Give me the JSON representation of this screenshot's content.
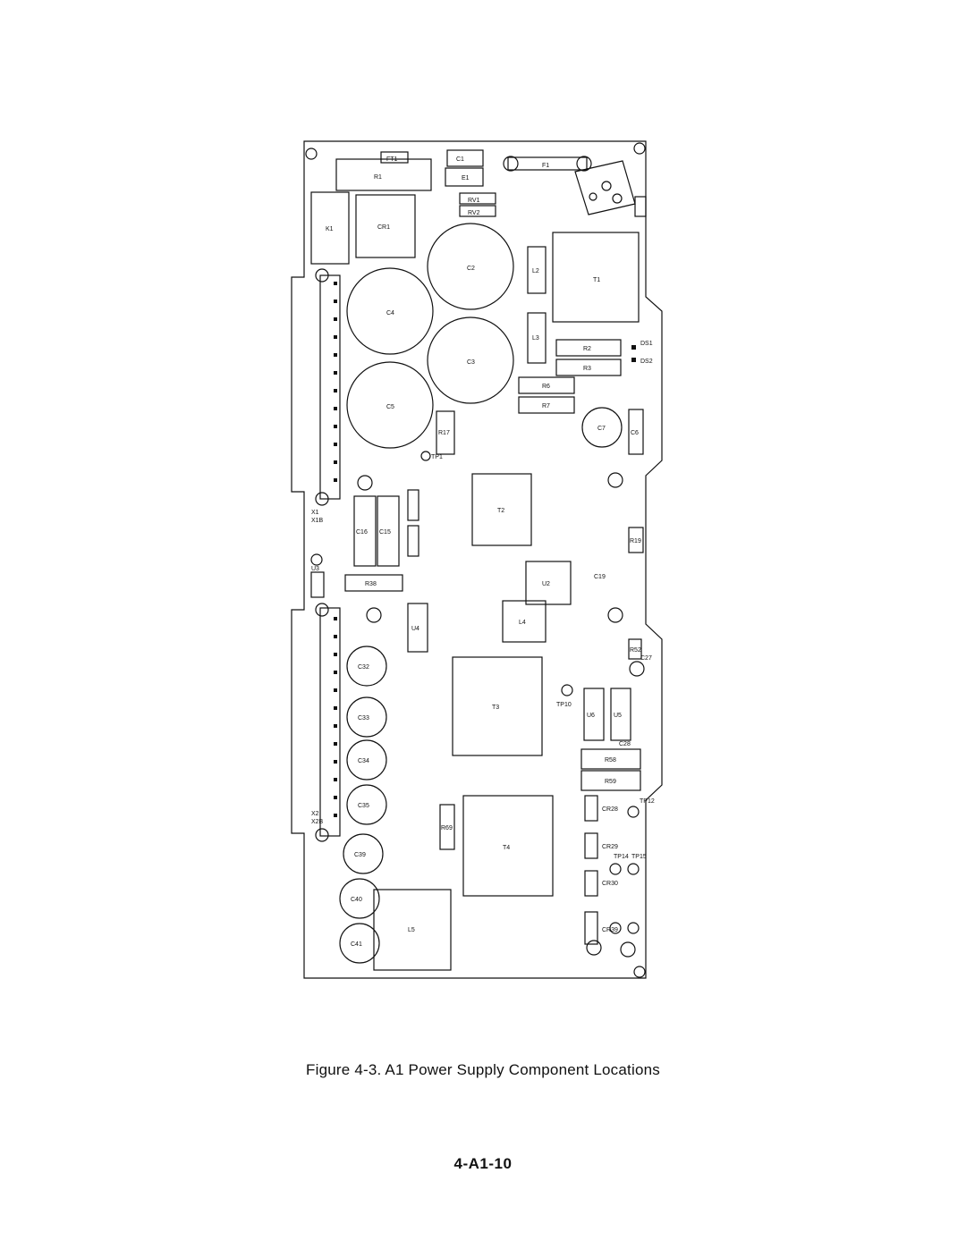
{
  "figure": {
    "caption": "Figure 4-3. A1 Power Supply Component Locations",
    "page_number": "4-A1-10"
  },
  "board_labels": {
    "ft1": "FT1",
    "c1": "C1",
    "f1": "F1",
    "r1": "R1",
    "e1": "E1",
    "rv1": "RV1",
    "rv2": "RV2",
    "k1": "K1",
    "cr1": "CR1",
    "c2": "C2",
    "c3": "C3",
    "c4": "C4",
    "c5": "C5",
    "l2": "L2",
    "l3": "L3",
    "t1": "T1",
    "r2": "R2",
    "r3": "R3",
    "r6": "R6",
    "r7": "R7",
    "r17": "R17",
    "ds1": "DS1",
    "ds2": "DS2",
    "c6": "C6",
    "c7": "C7",
    "x1": "X1",
    "x1b": "X1B",
    "c15": "C15",
    "c16": "C16",
    "t2": "T2",
    "u2": "U2",
    "r19": "R19",
    "r38": "R38",
    "u3": "U3",
    "c19": "C19",
    "u4": "U4",
    "l4": "L4",
    "r52": "R52",
    "c27": "C27",
    "c32": "C32",
    "c33": "C33",
    "c34": "C34",
    "c35": "C35",
    "c39": "C39",
    "c40": "C40",
    "c41": "C41",
    "t3": "T3",
    "u5": "U5",
    "u6": "U6",
    "r58": "R58",
    "r59": "R59",
    "x2": "X2",
    "x2b": "X2B",
    "t4": "T4",
    "r69": "R69",
    "l5": "L5",
    "tp1": "TP1",
    "tp10": "TP10",
    "tp12": "TP12",
    "tp14": "TP14",
    "tp15": "TP15",
    "cr28": "CR28",
    "cr29": "CR29",
    "cr30": "CR30",
    "cr39": "CR39",
    "c28": "C28"
  }
}
